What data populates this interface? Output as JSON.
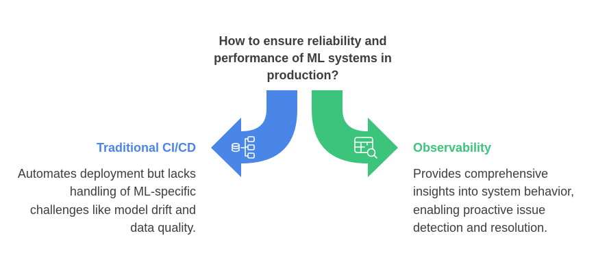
{
  "question": {
    "text": "How to ensure reliability and performance of ML systems in production?"
  },
  "options": [
    {
      "title": "Traditional CI/CD",
      "description": "Automates deployment but lacks handling of ML-specific challenges like model drift and data quality.",
      "color": "#4a86e8",
      "icon": "database-pipeline-icon",
      "direction": "left"
    },
    {
      "title": "Observability",
      "description": "Provides comprehensive insights into system behavior, enabling proactive issue detection and resolution.",
      "color": "#3cc47c",
      "icon": "table-search-icon",
      "direction": "right"
    }
  ],
  "colors": {
    "text": "#3d3d3d",
    "background": "#ffffff"
  }
}
